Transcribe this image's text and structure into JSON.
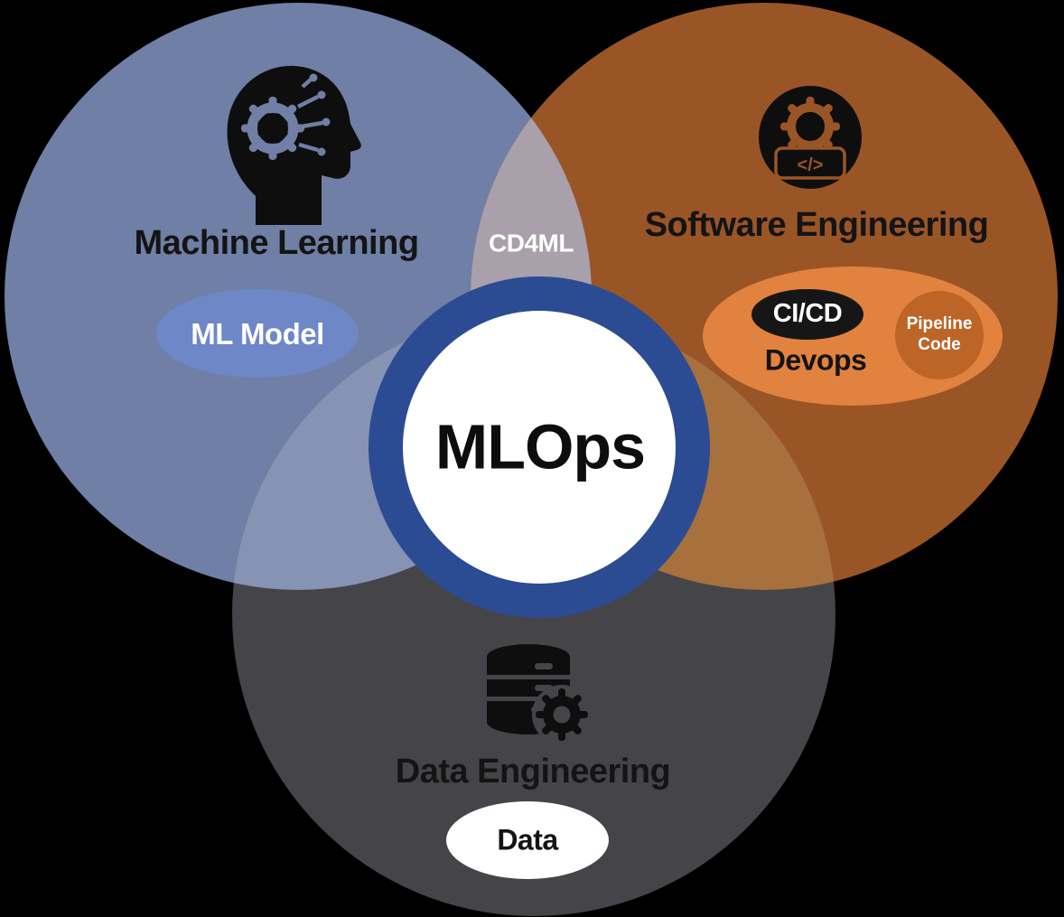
{
  "center": {
    "label": "MLOps"
  },
  "intersections": {
    "ml_se_label": "CD4ML"
  },
  "machine_learning": {
    "label": "Machine Learning",
    "icon": "brain-circuit-icon",
    "tag": "ML Model"
  },
  "software_engineering": {
    "label": "Software Engineering",
    "icon": "gear-code-icon",
    "code_glyph": "</>",
    "devops": {
      "label": "Devops",
      "cicd": "CI/CD",
      "pipeline_line1": "Pipeline",
      "pipeline_line2": "Code"
    }
  },
  "data_engineering": {
    "label": "Data Engineering",
    "icon": "database-gear-icon",
    "tag": "Data"
  },
  "colors": {
    "background": "#000000",
    "machine_learning": "#6F7FA5",
    "software_engineering": "#9A5526",
    "data_engineering": "#454549",
    "ml_se_overlap": "#A9A0AB",
    "ml_de_overlap": "#8793B4",
    "se_de_overlap": "#A8703D",
    "center_ring": "#2B4C93",
    "center_fill": "#FFFFFF",
    "ml_model_ellipse": "#6D87C7",
    "devops_ellipse": "#E2823F",
    "cicd_ellipse": "#161616",
    "pipeline_circle": "#BC6527",
    "data_ellipse": "#FFFFFF",
    "icon_ink": "#0E0E0E"
  }
}
